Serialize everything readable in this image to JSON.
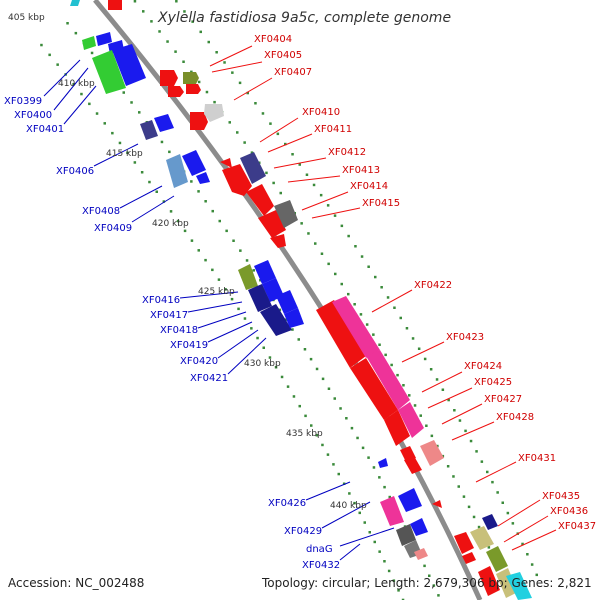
{
  "title": "Xylella fastidiosa 9a5c, complete genome",
  "footer": {
    "accession": "Accession: NC_002488",
    "topology": "Topology: circular; Length: 2,679,306 bp; Genes: 2,821"
  },
  "colors": {
    "backbone": "#8c8c8c",
    "forward_label": "#d00000",
    "reverse_label": "#0000c0",
    "scale_dots": "#3a8a3a"
  },
  "ticks": [
    {
      "label": "405 kbp"
    },
    {
      "label": "410 kbp"
    },
    {
      "label": "415 kbp"
    },
    {
      "label": "420 kbp"
    },
    {
      "label": "425 kbp"
    },
    {
      "label": "430 kbp"
    },
    {
      "label": "435 kbp"
    },
    {
      "label": "440 kbp"
    }
  ],
  "labels_forward": [
    {
      "text": "XF0404"
    },
    {
      "text": "XF0405"
    },
    {
      "text": "XF0407"
    },
    {
      "text": "XF0410"
    },
    {
      "text": "XF0411"
    },
    {
      "text": "XF0412"
    },
    {
      "text": "XF0413"
    },
    {
      "text": "XF0414"
    },
    {
      "text": "XF0415"
    },
    {
      "text": "XF0422"
    },
    {
      "text": "XF0423"
    },
    {
      "text": "XF0424"
    },
    {
      "text": "XF0425"
    },
    {
      "text": "XF0427"
    },
    {
      "text": "XF0428"
    },
    {
      "text": "XF0431"
    },
    {
      "text": "XF0435"
    },
    {
      "text": "XF0436"
    },
    {
      "text": "XF0437"
    }
  ],
  "labels_reverse": [
    {
      "text": "XF0399"
    },
    {
      "text": "XF0400"
    },
    {
      "text": "XF0401"
    },
    {
      "text": "XF0406"
    },
    {
      "text": "XF0408"
    },
    {
      "text": "XF0409"
    },
    {
      "text": "XF0416"
    },
    {
      "text": "XF0417"
    },
    {
      "text": "XF0418"
    },
    {
      "text": "XF0419"
    },
    {
      "text": "XF0420"
    },
    {
      "text": "XF0421"
    },
    {
      "text": "XF0426"
    },
    {
      "text": "XF0429"
    },
    {
      "text": "dnaG"
    },
    {
      "text": "XF0432"
    }
  ]
}
